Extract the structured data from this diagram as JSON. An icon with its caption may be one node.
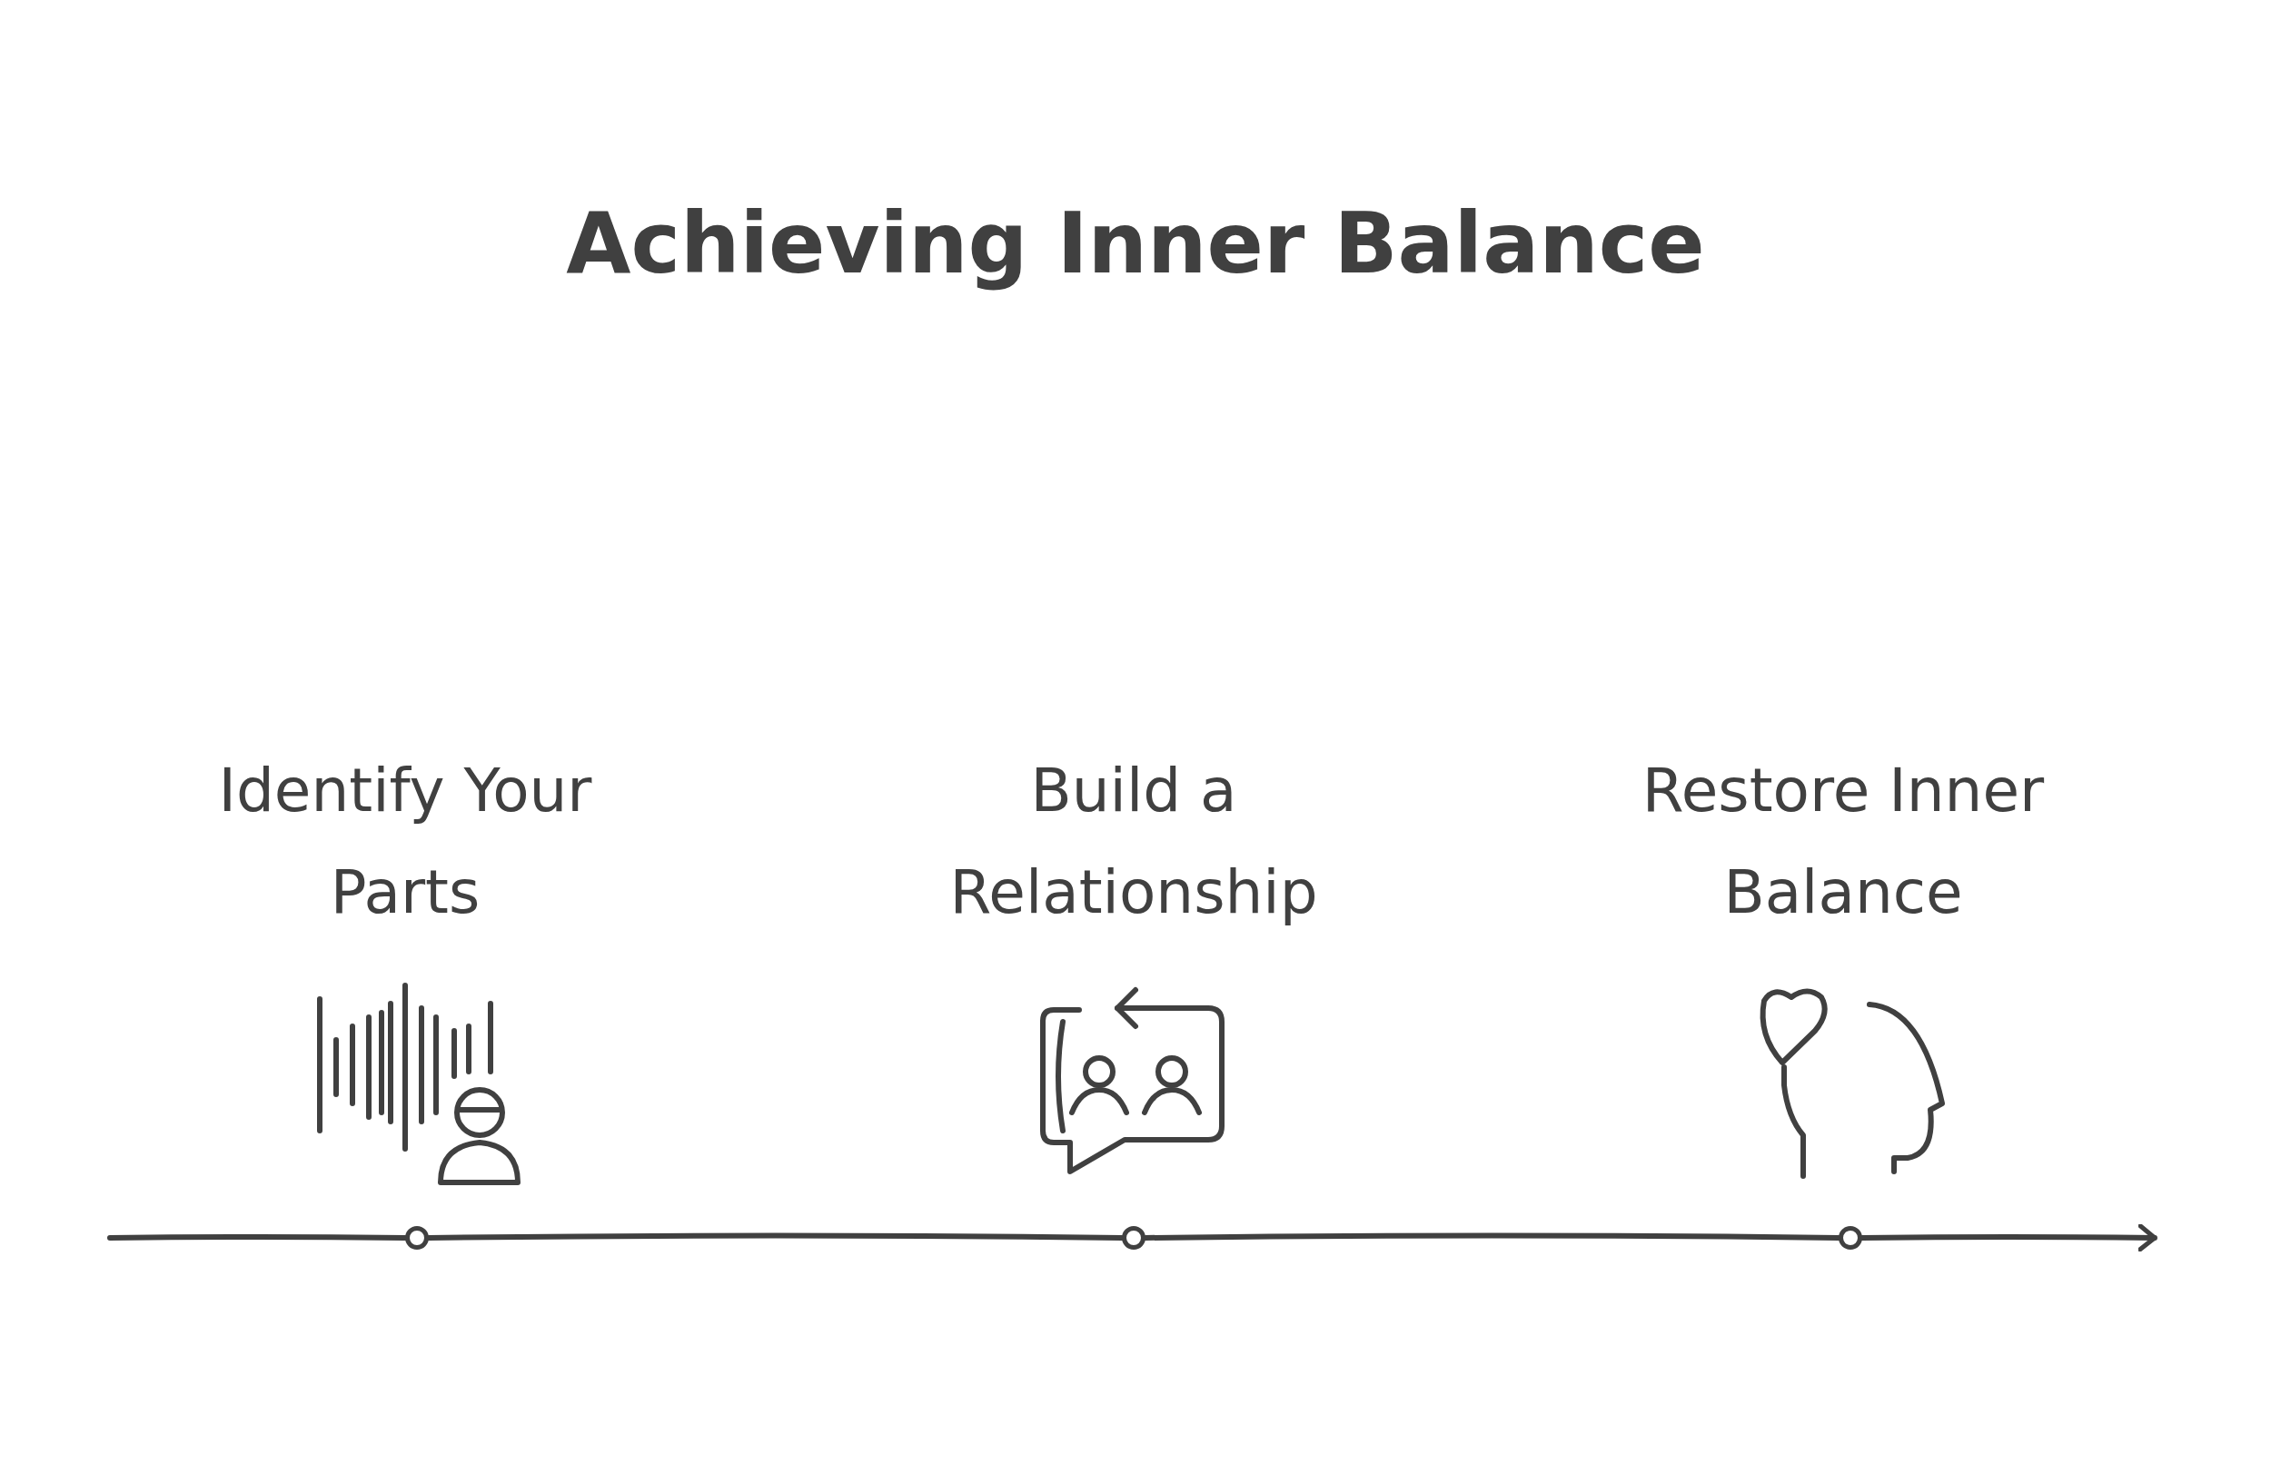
{
  "diagram": {
    "title": "Achieving Inner Balance",
    "nodes": [
      {
        "text": [
          "Identify Your Parts"
        ]
      },
      {
        "text": [
          "Build a Relationship"
        ]
      },
      {
        "text": [
          "Restore Inner Balance"
        ]
      },
      {
        "text": [],
        "shape": "circle"
      },
      {
        "text": [],
        "shape": "circle"
      },
      {
        "text": [],
        "shape": "circle"
      }
    ],
    "edges": [
      {
        "from": null,
        "to": 3,
        "arrow": "none"
      },
      {
        "from": 3,
        "to": 4,
        "arrow": "none"
      },
      {
        "from": 4,
        "to": 5,
        "arrow": "none"
      },
      {
        "from": 5,
        "to": null,
        "arrow": "to"
      }
    ]
  }
}
